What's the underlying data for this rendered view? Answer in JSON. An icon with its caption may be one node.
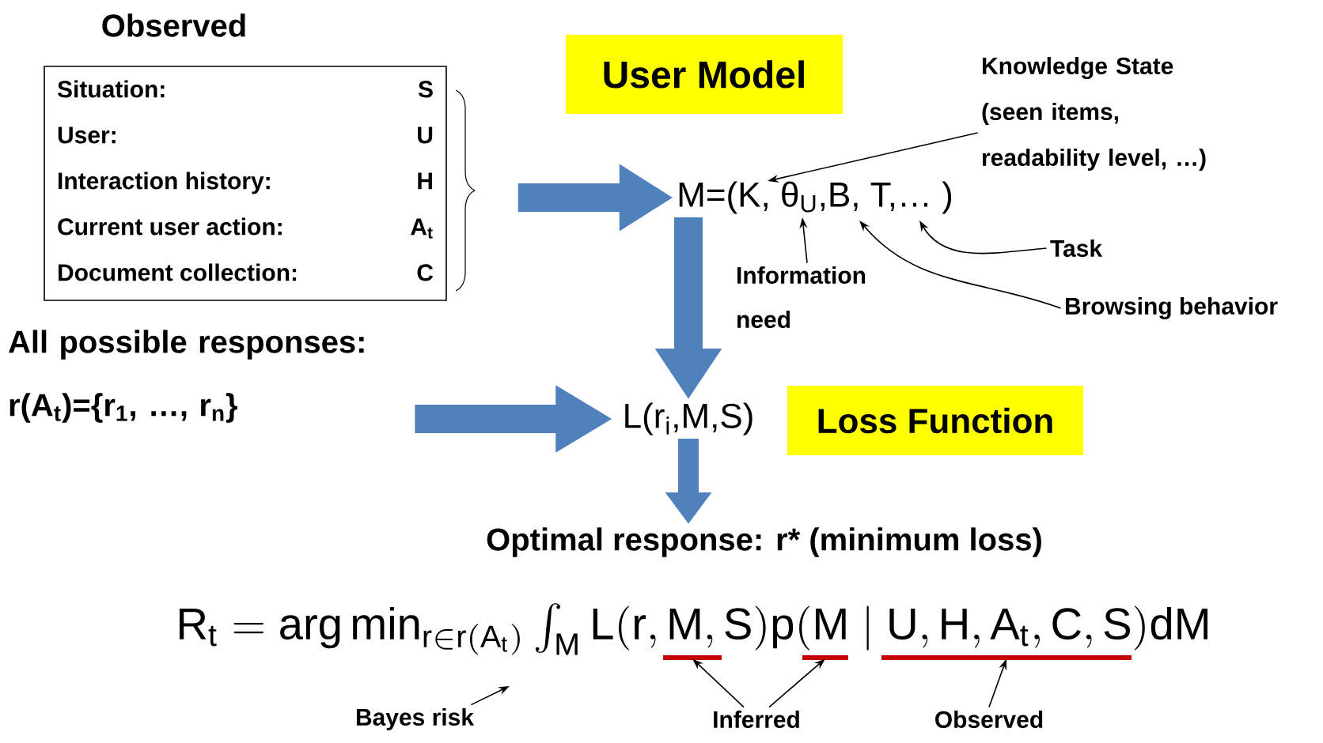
{
  "diagram": {
    "nodes": [
      {
        "text": [
          "Observed",
          "Situation:",
          "S",
          "User:",
          "U",
          "Interaction history:",
          "H",
          "Current user action:",
          "A$_{t}$",
          "Document collection:",
          "C"
        ]
      },
      {
        "text": [
          "M=(K, θ$_{U}$,B, T,… )"
        ]
      },
      {
        "text": [
          "User Model"
        ]
      },
      {
        "text": [
          "Knowledge State (seen items, readability level, …)"
        ]
      },
      {
        "text": [
          "Information need"
        ]
      },
      {
        "text": [
          "Task"
        ]
      },
      {
        "text": [
          "Browsing behavior"
        ]
      },
      {
        "text": [
          "All possible responses:",
          "r(A$_{t}$)={r$_{1}$, …, r$_{n}$}"
        ]
      },
      {
        "text": [
          "L(r$_{i}$,M,S)"
        ]
      },
      {
        "text": [
          "Loss Function"
        ]
      },
      {
        "text": [
          "Optimal response: r* (minimum loss)"
        ]
      },
      {
        "text": [
          "Bayes risk"
        ]
      },
      {
        "text": [
          "Inferred"
        ]
      },
      {
        "text": [
          "Observed"
        ]
      },
      {
        "text": [],
        "shape": "bar"
      },
      {
        "text": [],
        "shape": "bar"
      },
      {
        "text": [],
        "shape": "bar"
      }
    ],
    "edges": [
      {
        "from": 0,
        "to": 1,
        "arrow": "to",
        "style": "thick",
        "color": "#4f81bd"
      },
      {
        "from": 1,
        "to": 8,
        "arrow": "to",
        "style": "thick",
        "color": "#4f81bd"
      },
      {
        "from": 7,
        "to": 8,
        "arrow": "to",
        "style": "thick",
        "color": "#4f81bd"
      },
      {
        "from": 8,
        "to": 10,
        "arrow": "to",
        "style": "thick",
        "color": "#4f81bd"
      },
      {
        "from": 3,
        "to": 1,
        "arrow": "to"
      },
      {
        "from": 4,
        "to": 1,
        "arrow": "to"
      },
      {
        "from": 5,
        "to": 1,
        "arrow": "to"
      },
      {
        "from": 6,
        "to": 1,
        "arrow": "to"
      },
      {
        "from": 11,
        "to": null,
        "arrow": "to"
      },
      {
        "from": 12,
        "to": 14,
        "arrow": "to"
      },
      {
        "from": 12,
        "to": 15,
        "arrow": "to"
      },
      {
        "from": 13,
        "to": 16,
        "arrow": "to"
      }
    ],
    "labels": [
      "\\mathrm{R}_{\\mathrm{t}}=\\arg\\min_{\\mathrm{r}\\in\\mathrm{r}(\\mathrm{A}_{\\mathrm{t}})}\\int_{\\mathrm{M}}\\mathrm{L}(\\mathrm{r},\\mathrm{M},\\mathrm{S})\\mathrm{p}(\\mathrm{M}\\mid\\mathrm{U},\\mathrm{H},\\mathrm{A}_{\\mathrm{t}},\\mathrm{C},\\mathrm{S})\\mathrm{dM}"
    ]
  }
}
